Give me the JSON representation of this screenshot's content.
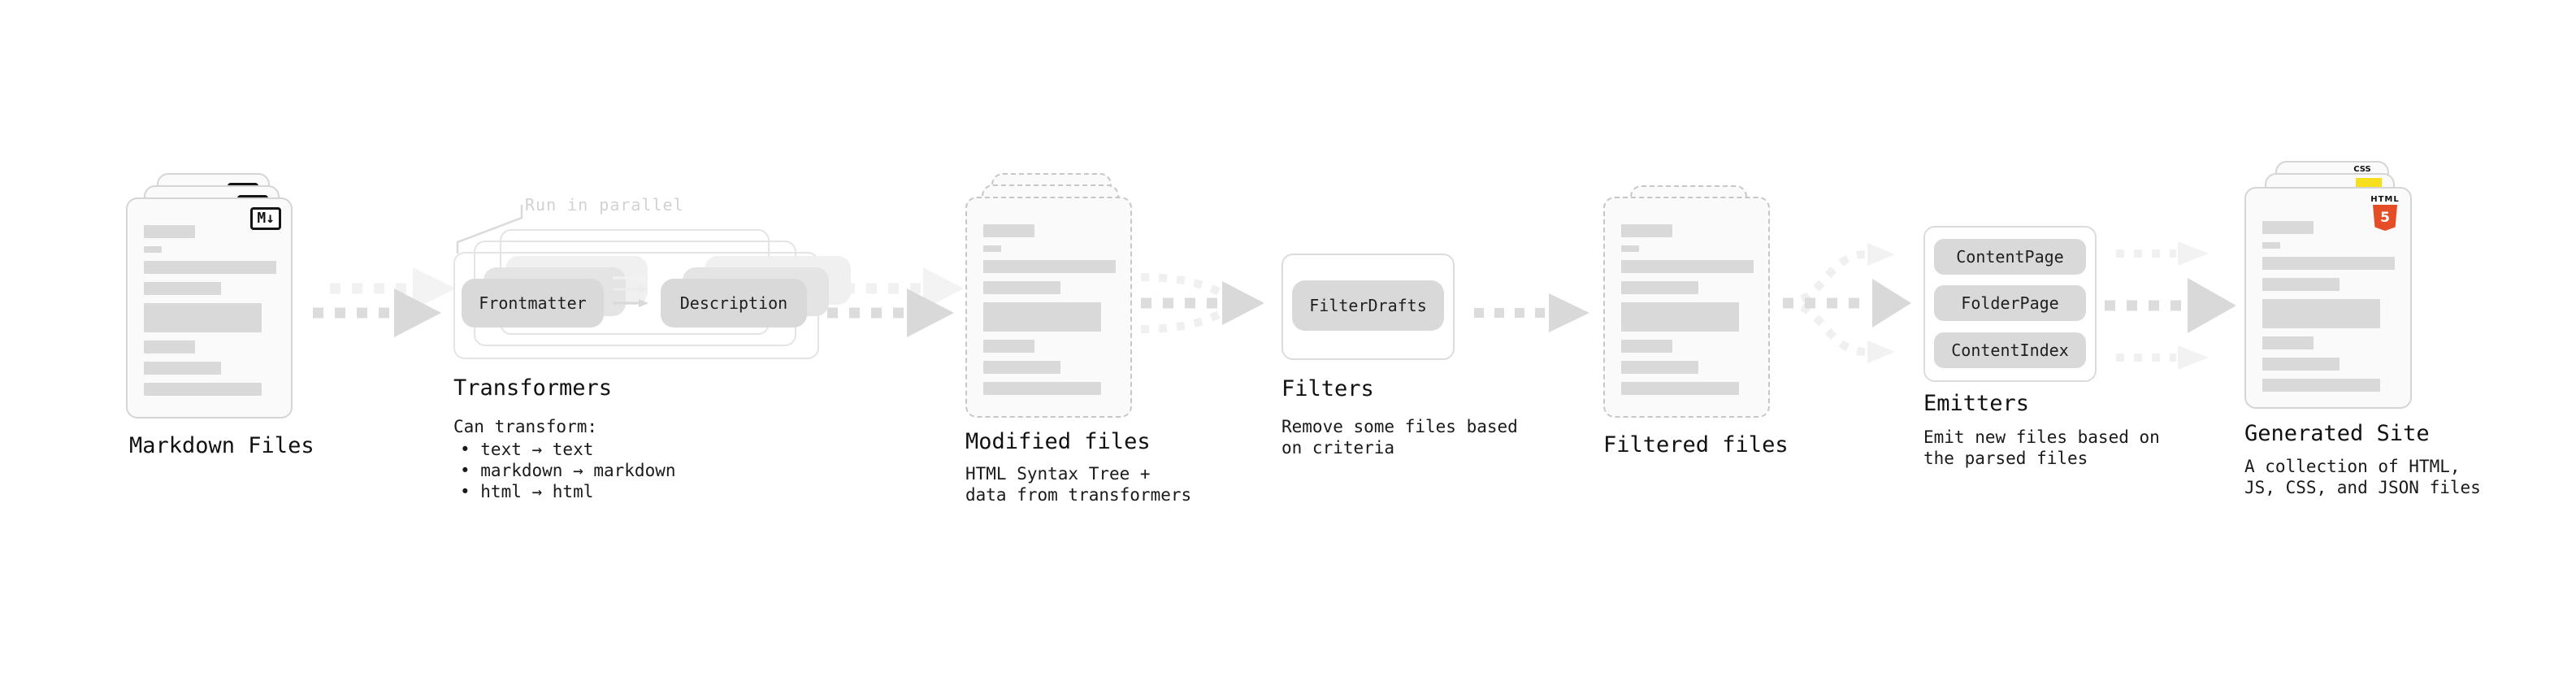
{
  "stages": {
    "markdown": {
      "label": "Markdown Files",
      "badge": "M↓"
    },
    "transformers": {
      "label": "Transformers",
      "note": "Run in parallel",
      "node_a": "Frontmatter",
      "node_b": "Description",
      "desc_heading": "Can transform:",
      "bullets": [
        "• text → text",
        "• markdown → markdown",
        "• html → html"
      ]
    },
    "modified": {
      "label": "Modified files",
      "desc_line1": "HTML Syntax Tree +",
      "desc_line2": "data from transformers"
    },
    "filters": {
      "label": "Filters",
      "node": "FilterDrafts",
      "desc_line1": "Remove some files based",
      "desc_line2": "on criteria"
    },
    "filtered": {
      "label": "Filtered files"
    },
    "emitters": {
      "label": "Emitters",
      "node_a": "ContentPage",
      "node_b": "FolderPage",
      "node_c": "ContentIndex",
      "desc_line1": "Emit new files based on",
      "desc_line2": "the parsed files"
    },
    "generated": {
      "label": "Generated Site",
      "desc_line1": "A collection of HTML,",
      "desc_line2": "JS, CSS, and JSON files",
      "html5_word": "HTML",
      "html5_number": "5",
      "css_word": "CSS"
    }
  },
  "colors": {
    "html5_orange": "#e44d26",
    "js_yellow": "#f7df1e",
    "css_blue": "#2965f1",
    "node_fill": "#d9d9d9",
    "card_border": "#d5d5d5",
    "dashed_border": "#c7c7c7",
    "arrow_dark": "#dcdcdc",
    "arrow_light": "#f0f0f0",
    "note_gray": "#d2d2d2"
  }
}
